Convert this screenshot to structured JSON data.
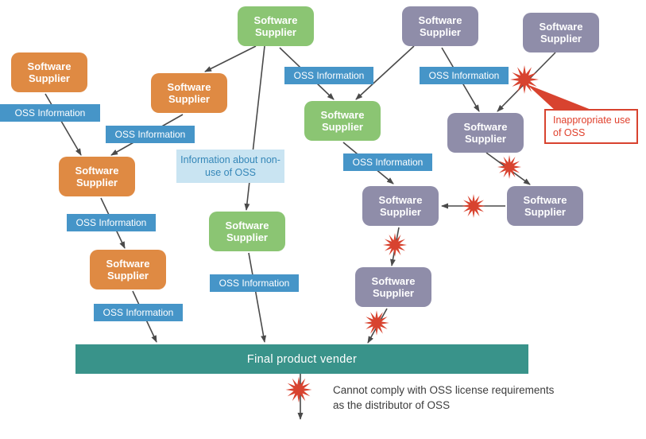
{
  "colors": {
    "supplier_orange": "#DF8A43",
    "supplier_green": "#8BC573",
    "supplier_purple": "#8F8DA9",
    "oss_label_blue": "#4695C8",
    "non_use_bg": "#C9E4F2",
    "non_use_text": "#3587B8",
    "final_bar_teal": "#39938A",
    "alert_red": "#D8432F",
    "arrow_gray": "#4A4A4A"
  },
  "suppliers": [
    {
      "id": "orange-1",
      "label": "Software Supplier"
    },
    {
      "id": "orange-2",
      "label": "Software Supplier"
    },
    {
      "id": "orange-3",
      "label": "Software Supplier"
    },
    {
      "id": "orange-4",
      "label": "Software Supplier"
    },
    {
      "id": "green-1",
      "label": "Software Supplier"
    },
    {
      "id": "green-2",
      "label": "Software Supplier"
    },
    {
      "id": "green-3",
      "label": "Software Supplier"
    },
    {
      "id": "purple-1",
      "label": "Software Supplier"
    },
    {
      "id": "purple-2",
      "label": "Software Supplier"
    },
    {
      "id": "purple-3",
      "label": "Software Supplier"
    },
    {
      "id": "purple-4",
      "label": "Software Supplier"
    },
    {
      "id": "purple-5",
      "label": "Software Supplier"
    },
    {
      "id": "purple-6",
      "label": "Software Supplier"
    }
  ],
  "oss_labels": [
    "OSS Information",
    "OSS Information",
    "OSS Information",
    "OSS Information",
    "OSS Information",
    "OSS Information",
    "OSS Information",
    "OSS Information"
  ],
  "non_use_box": {
    "text": "Information about non-use of OSS"
  },
  "callout": {
    "text": "Inappropriate use of OSS"
  },
  "final_bar": {
    "label": "Final product vender"
  },
  "footnote": {
    "line1": "Cannot comply with OSS license requirements",
    "line2": "as the distributor of OSS"
  }
}
